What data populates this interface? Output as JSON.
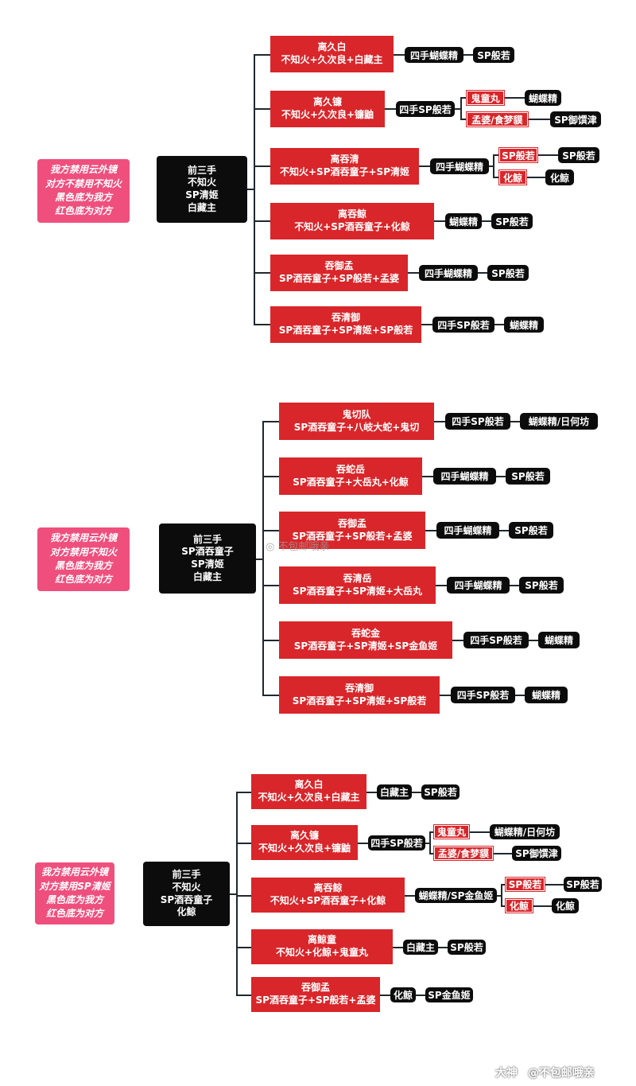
{
  "sections": [
    {
      "note": [
        "我方禁用云外镜",
        "对方不禁用不知火",
        "黑色底为我方",
        "红色底为对方"
      ],
      "core": [
        "前三手",
        "不知火",
        "SP清姬",
        "白藏主"
      ],
      "branches": [
        {
          "name": "离久白",
          "lineup": "不知火+久次良+白藏主",
          "next": "四手蝴蝶精",
          "last": "SP般若"
        },
        {
          "name": "离久镰",
          "lineup": "不知火+久次良+镰鼬",
          "next": "四手SP般若",
          "split": [
            {
              "label": "鬼童丸",
              "answer": "蝴蝶精"
            },
            {
              "label": "孟婆/食梦貘",
              "answer": "SP御馔津"
            }
          ]
        },
        {
          "name": "离吞清",
          "lineup": "不知火+SP酒吞童子+SP清姬",
          "next": "四手蝴蝶精",
          "split": [
            {
              "label": "SP般若",
              "answer": "SP般若"
            },
            {
              "label": "化鲸",
              "answer": "化鲸"
            }
          ]
        },
        {
          "name": "离吞鲸",
          "lineup": "不知火+SP酒吞童子+化鲸",
          "next": "蝴蝶精",
          "last": "SP般若"
        },
        {
          "name": "吞御孟",
          "lineup": "SP酒吞童子+SP般若+孟婆",
          "next": "四手蝴蝶精",
          "last": "SP般若"
        },
        {
          "name": "吞清御",
          "lineup": "SP酒吞童子+SP清姬+SP般若",
          "next": "四手SP般若",
          "last": "蝴蝶精"
        }
      ]
    },
    {
      "note": [
        "我方禁用云外镜",
        "对方禁用不知火",
        "黑色底为我方",
        "红色底为对方"
      ],
      "core": [
        "前三手",
        "SP酒吞童子",
        "SP清姬",
        "白藏主"
      ],
      "branches": [
        {
          "name": "鬼切队",
          "lineup": "SP酒吞童子+八岐大蛇+鬼切",
          "next": "四手SP般若",
          "last": "蝴蝶精/日何坊"
        },
        {
          "name": "吞蛇岳",
          "lineup": "SP酒吞童子+大岳丸+化鲸",
          "next": "四手蝴蝶精",
          "last": "SP般若"
        },
        {
          "name": "吞御孟",
          "lineup": "SP酒吞童子+SP般若+孟婆",
          "next": "四手蝴蝶精",
          "last": "SP般若"
        },
        {
          "name": "吞清岳",
          "lineup": "SP酒吞童子+SP清姬+大岳丸",
          "next": "四手蝴蝶精",
          "last": "SP般若"
        },
        {
          "name": "吞蛇金",
          "lineup": "SP酒吞童子+SP清姬+SP金鱼姬",
          "next": "四手SP般若",
          "last": "蝴蝶精"
        },
        {
          "name": "吞清御",
          "lineup": "SP酒吞童子+SP清姬+SP般若",
          "next": "四手SP般若",
          "last": "蝴蝶精"
        }
      ]
    },
    {
      "note": [
        "我方禁用云外镜",
        "对方禁用SP清姬",
        "黑色底为我方",
        "红色底为对方"
      ],
      "core": [
        "前三手",
        "不知火",
        "SP酒吞童子",
        "化鲸"
      ],
      "branches": [
        {
          "name": "离久白",
          "lineup": "不知火+久次良+白藏主",
          "next": "白藏主",
          "last": "SP般若"
        },
        {
          "name": "离久镰",
          "lineup": "不知火+久次良+镰鼬",
          "next": "四手SP般若",
          "split": [
            {
              "label": "鬼童丸",
              "answer": "蝴蝶精/日何坊"
            },
            {
              "label": "孟婆/食梦貘",
              "answer": "SP御馔津"
            }
          ]
        },
        {
          "name": "离吞鲸",
          "lineup": "不知火+SP酒吞童子+化鲸",
          "next": "蝴蝶精/SP金鱼姬",
          "split": [
            {
              "label": "SP般若",
              "answer": "SP般若"
            },
            {
              "label": "化鲸",
              "answer": "化鲸"
            }
          ]
        },
        {
          "name": "离鲸童",
          "lineup": "不知火+化鲸+鬼童丸",
          "next": "白藏主",
          "last": "SP般若"
        },
        {
          "name": "吞御孟",
          "lineup": "SP酒吞童子+SP般若+孟婆",
          "next": "化鲸",
          "last": "SP金鱼姬"
        }
      ]
    }
  ],
  "watermarks": {
    "center": "不包邮哦亲",
    "bottom": "@不包邮哦亲",
    "site": "大神"
  }
}
